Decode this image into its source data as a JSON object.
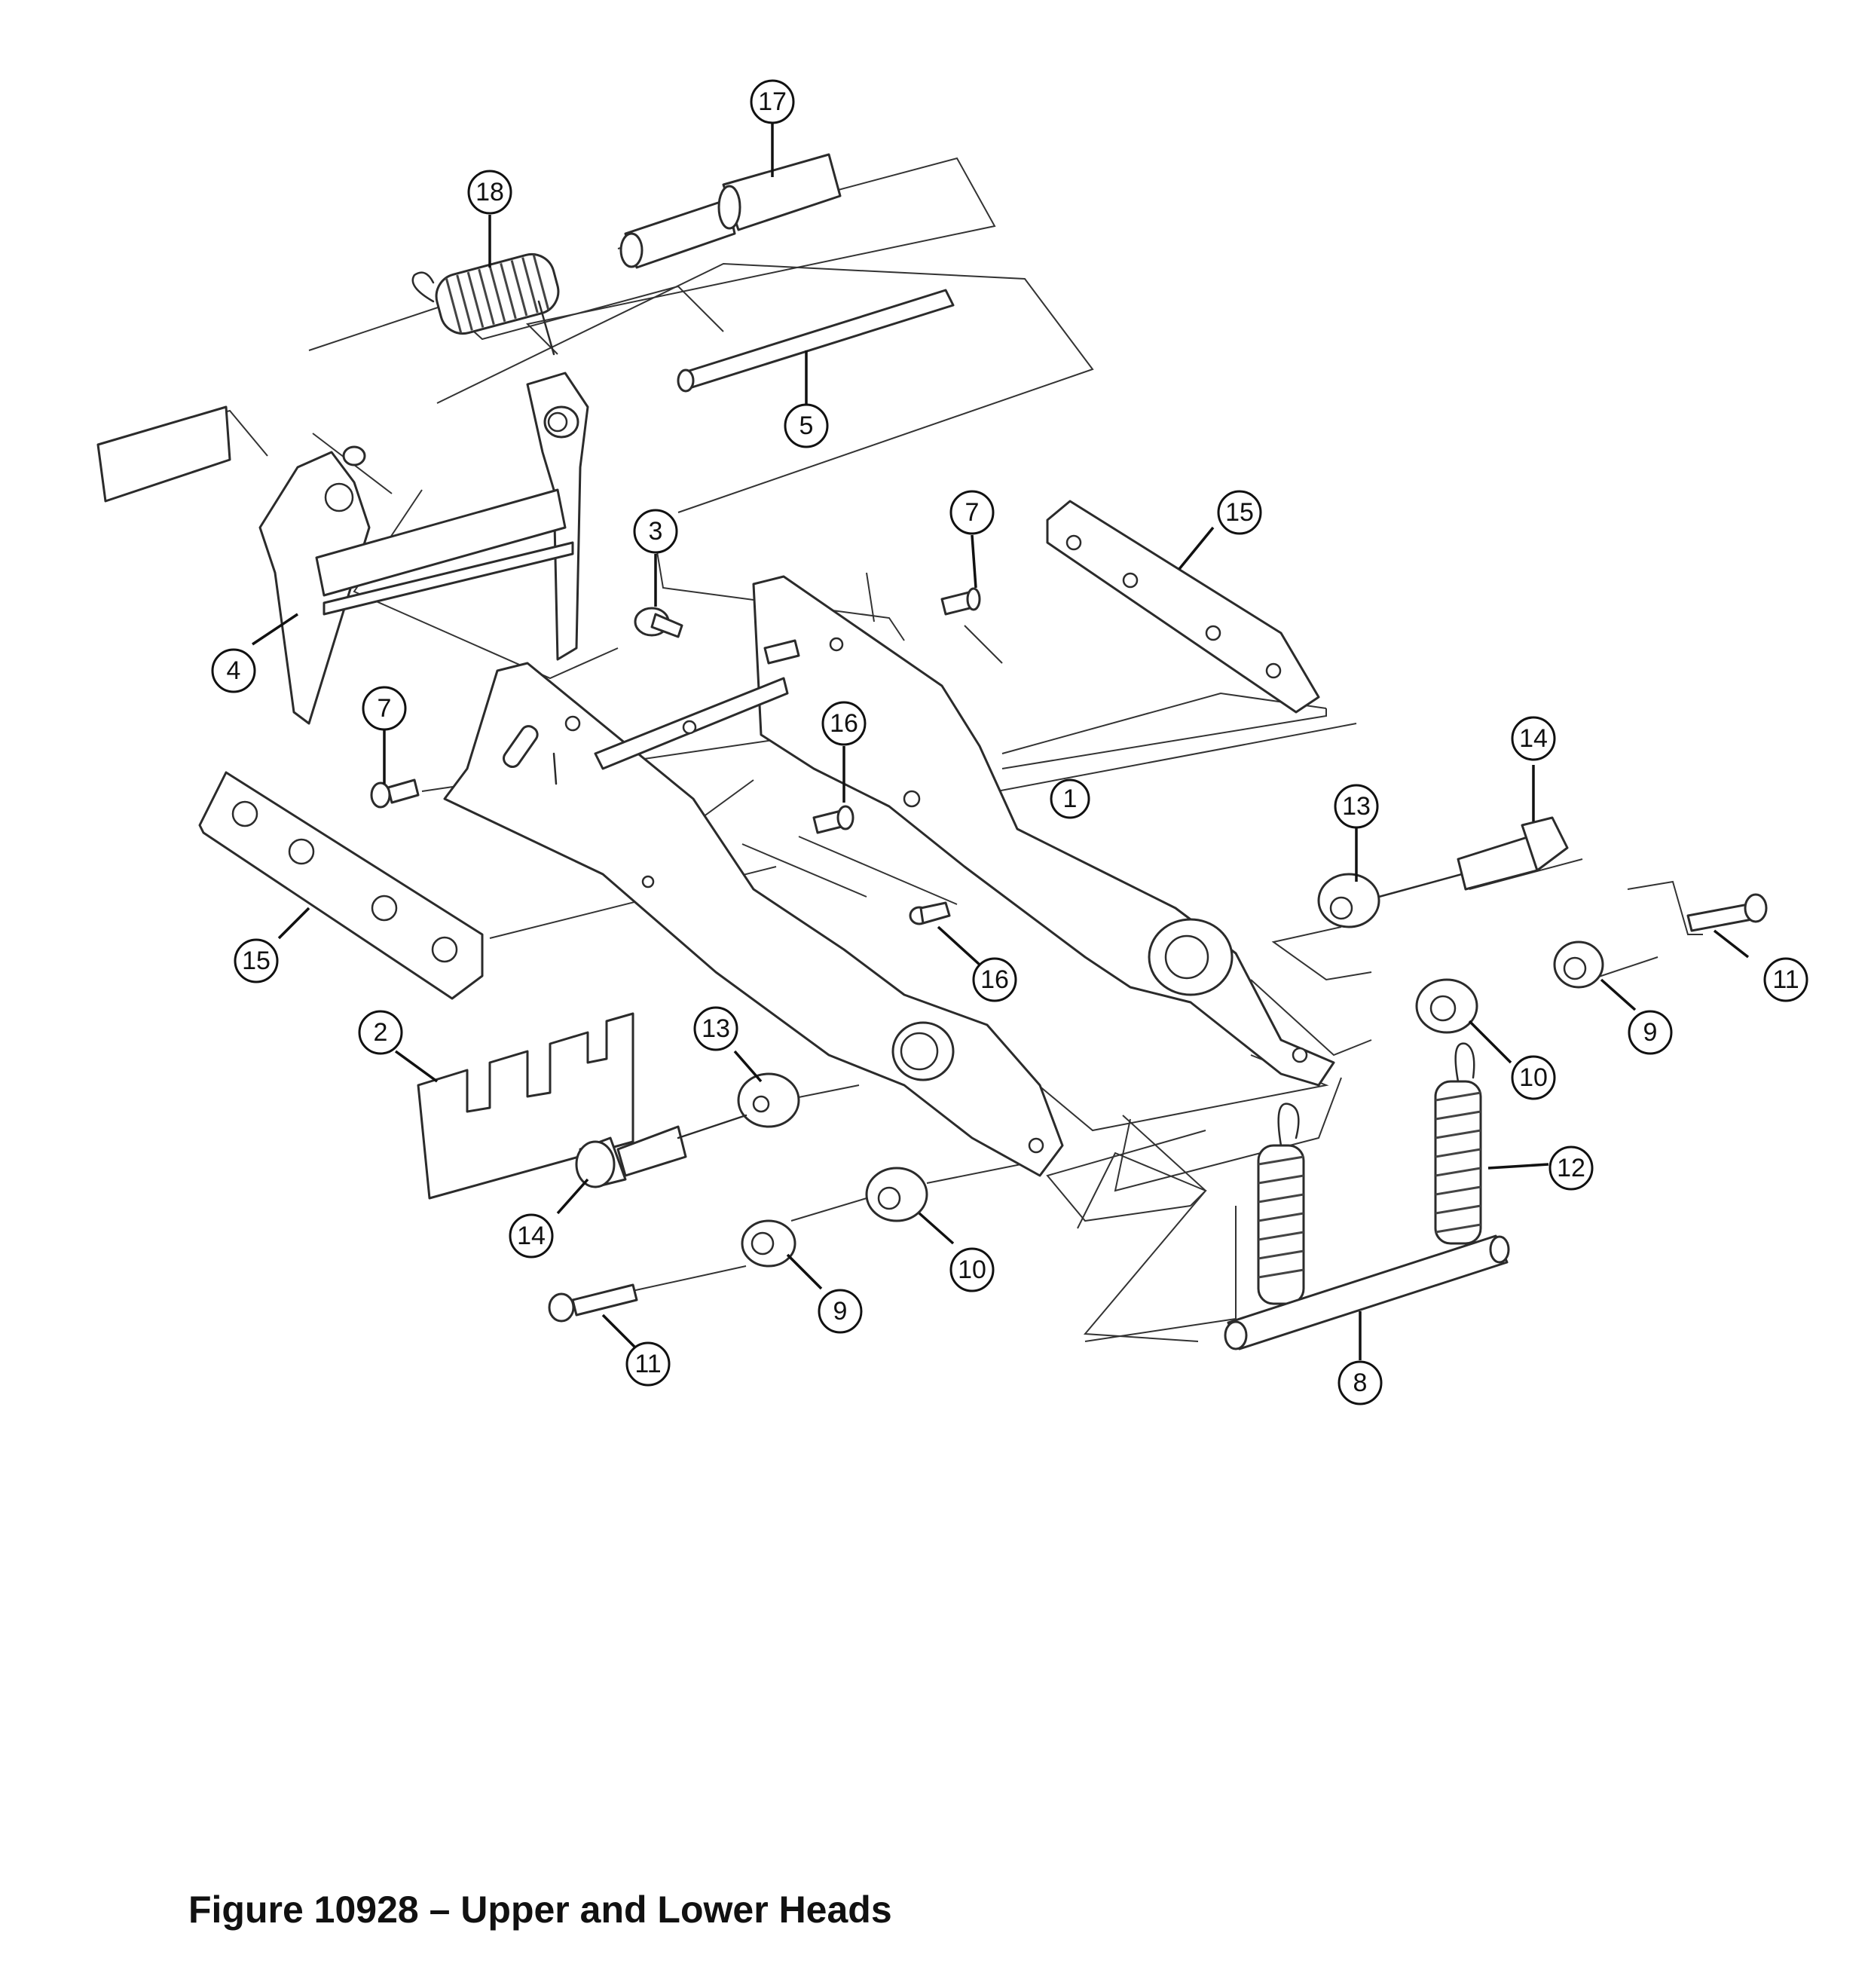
{
  "figure": {
    "caption": "Figure 10928 – Upper and Lower Heads"
  },
  "callouts": [
    {
      "id": "c1",
      "label": "1"
    },
    {
      "id": "c2",
      "label": "2"
    },
    {
      "id": "c3",
      "label": "3"
    },
    {
      "id": "c4",
      "label": "4"
    },
    {
      "id": "c5",
      "label": "5"
    },
    {
      "id": "c7a",
      "label": "7"
    },
    {
      "id": "c7b",
      "label": "7"
    },
    {
      "id": "c8",
      "label": "8"
    },
    {
      "id": "c9a",
      "label": "9"
    },
    {
      "id": "c9b",
      "label": "9"
    },
    {
      "id": "c10a",
      "label": "10"
    },
    {
      "id": "c10b",
      "label": "10"
    },
    {
      "id": "c11a",
      "label": "11"
    },
    {
      "id": "c11b",
      "label": "11"
    },
    {
      "id": "c12",
      "label": "12"
    },
    {
      "id": "c13a",
      "label": "13"
    },
    {
      "id": "c13b",
      "label": "13"
    },
    {
      "id": "c14a",
      "label": "14"
    },
    {
      "id": "c14b",
      "label": "14"
    },
    {
      "id": "c15a",
      "label": "15"
    },
    {
      "id": "c15b",
      "label": "15"
    },
    {
      "id": "c16a",
      "label": "16"
    },
    {
      "id": "c16b",
      "label": "16"
    },
    {
      "id": "c17",
      "label": "17"
    },
    {
      "id": "c18",
      "label": "18"
    }
  ]
}
